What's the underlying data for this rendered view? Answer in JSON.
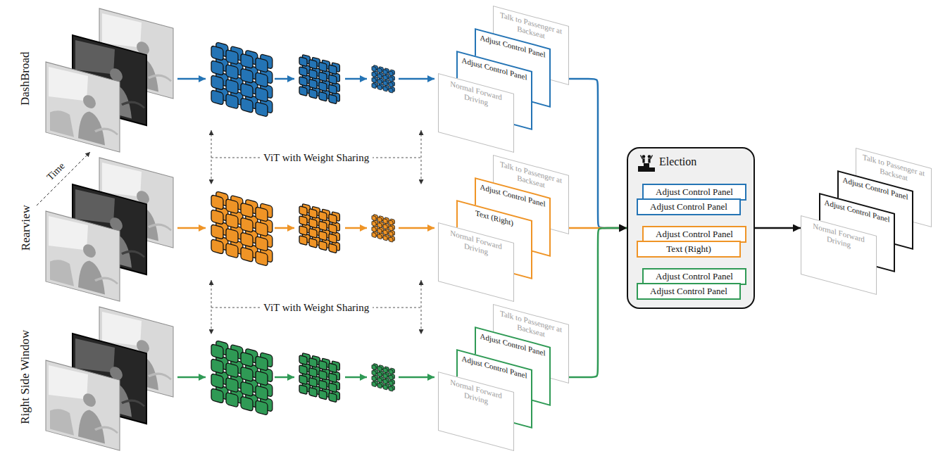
{
  "diagram": {
    "nodes": [
      {
        "text": [
          "Talk to Passenger at Backseat"
        ]
      },
      {
        "text": [
          "Adjust Control Panel"
        ]
      },
      {
        "text": [
          "Adjust Control Panel"
        ]
      },
      {
        "text": [
          "Normal Forward Driving"
        ]
      },
      {
        "text": [
          "Talk to Passenger at Backseat"
        ]
      },
      {
        "text": [
          "Adjust Control Panel"
        ]
      },
      {
        "text": [
          "Text (Right)"
        ]
      },
      {
        "text": [
          "Normal Forward Driving"
        ]
      },
      {
        "text": [
          "Talk to Passenger at Backseat"
        ]
      },
      {
        "text": [
          "Adjust Control Panel"
        ]
      },
      {
        "text": [
          "Adjust Control Panel"
        ]
      },
      {
        "text": [
          "Normal Forward Driving"
        ]
      },
      {
        "text": [
          "Election"
        ]
      },
      {
        "text": [
          "Adjust Control Panel"
        ],
        "in": 12
      },
      {
        "text": [
          "Adjust Control Panel"
        ],
        "in": 12
      },
      {
        "text": [
          "Adjust Control Panel"
        ],
        "in": 12
      },
      {
        "text": [
          "Text (Right)"
        ],
        "in": 12
      },
      {
        "text": [
          "Adjust Control Panel"
        ],
        "in": 12
      },
      {
        "text": [
          "Adjust Control Panel"
        ],
        "in": 12
      },
      {
        "text": [
          "Talk to Passenger at Backseat"
        ]
      },
      {
        "text": [
          "Adjust Control Panel"
        ]
      },
      {
        "text": [
          "Adjust Control Panel"
        ]
      },
      {
        "text": [
          "Normal Forward Driving"
        ]
      }
    ],
    "edges": [
      {
        "from": 0,
        "to": 12,
        "arrow": "to"
      },
      {
        "from": 4,
        "to": 12,
        "arrow": "to"
      },
      {
        "from": 8,
        "to": 12,
        "arrow": "to"
      },
      {
        "from": 12,
        "to": 22,
        "arrow": "to"
      }
    ],
    "labels": [
      "DashBroad",
      "Time",
      "Rearview",
      "Right Side Window",
      "ViT with Weight Sharing",
      "ViT with Weight Sharing"
    ]
  }
}
